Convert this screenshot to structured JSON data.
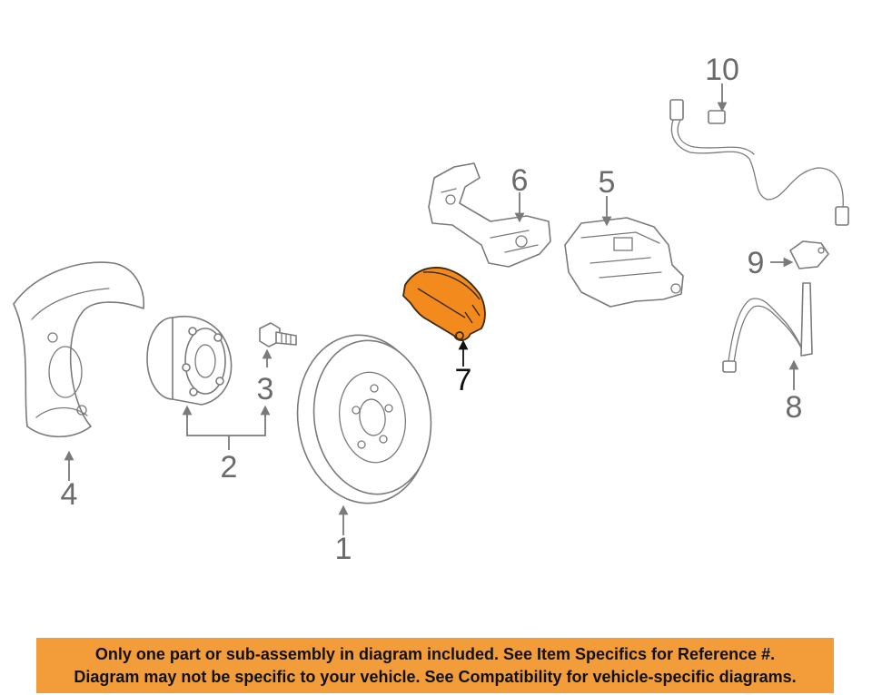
{
  "callouts": {
    "c1": "1",
    "c2": "2",
    "c3": "3",
    "c4": "4",
    "c5": "5",
    "c6": "6",
    "c7": "7",
    "c8": "8",
    "c9": "9",
    "c10": "10"
  },
  "highlighted_part": "7",
  "colors": {
    "highlight": "#f28a1e",
    "banner": "#f39c3a",
    "line_art": "#7a7a7a"
  },
  "disclaimer": {
    "line1": "Only one part or sub-assembly in diagram included. See Item Specifics for Reference #.",
    "line2": "Diagram may not be specific to your vehicle. See Compatibility for vehicle-specific diagrams."
  }
}
